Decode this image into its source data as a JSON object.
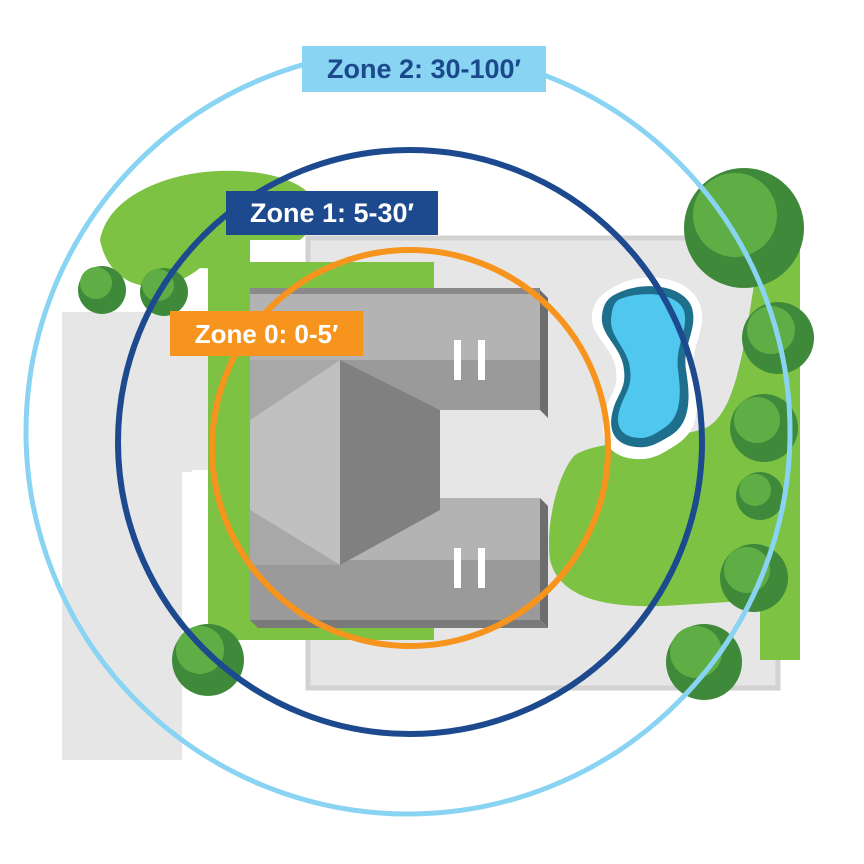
{
  "zones": [
    {
      "id": "zone-2",
      "label": "Zone 2: 30-100′",
      "color": "#8ad4f3",
      "text_color": "#1b4a8c"
    },
    {
      "id": "zone-1",
      "label": "Zone 1: 5-30′",
      "color": "#1d4a8e",
      "text_color": "#ffffff"
    },
    {
      "id": "zone-0",
      "label": "Zone 0: 0-5′",
      "color": "#f7941d",
      "text_color": "#ffffff"
    }
  ],
  "colors": {
    "grass": "#7dc242",
    "pavement": "#e6e6e6",
    "roof_light": "#b3b3b3",
    "roof_mid": "#9a9a9a",
    "roof_dark": "#7f7f7f",
    "roof_edge": "#6d6d6d",
    "pool_water": "#4fc7ee",
    "pool_edge": "#1d6f8c",
    "tree_dark": "#3f8a3a",
    "tree_light": "#5fae45"
  },
  "icons": [
    "tree-icon",
    "pool-icon",
    "house-roof-icon",
    "vent-icon"
  ]
}
